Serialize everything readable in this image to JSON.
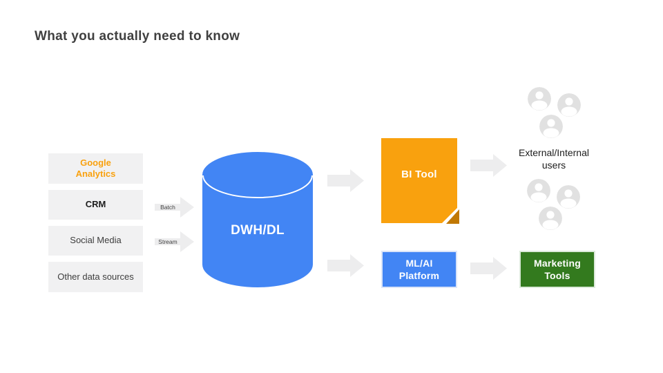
{
  "title": "What you actually need to know",
  "colors": {
    "blue": "#4285F4",
    "orange": "#F9A10E",
    "orange_dark": "#C17803",
    "green": "#337A1E",
    "box_gray": "#f1f1f2",
    "arrow_gray": "#ededee",
    "icon_gray": "#e1e1e1",
    "title_color": "#404040"
  },
  "sources": [
    {
      "label": "Google Analytics"
    },
    {
      "label": "CRM"
    },
    {
      "label": "Social Media"
    },
    {
      "label": "Other data sources"
    }
  ],
  "flows": {
    "batch_label": "Batch",
    "stream_label": "Stream"
  },
  "warehouse": {
    "label": "DWH/DL"
  },
  "bi_tool": {
    "label": "BI Tool"
  },
  "ml_platform": {
    "label": "ML/AI Platform"
  },
  "marketing_tools": {
    "label": "Marketing Tools"
  },
  "users": {
    "label": "External/Internal users",
    "icon": "user-icon",
    "count_per_cluster": 3
  }
}
